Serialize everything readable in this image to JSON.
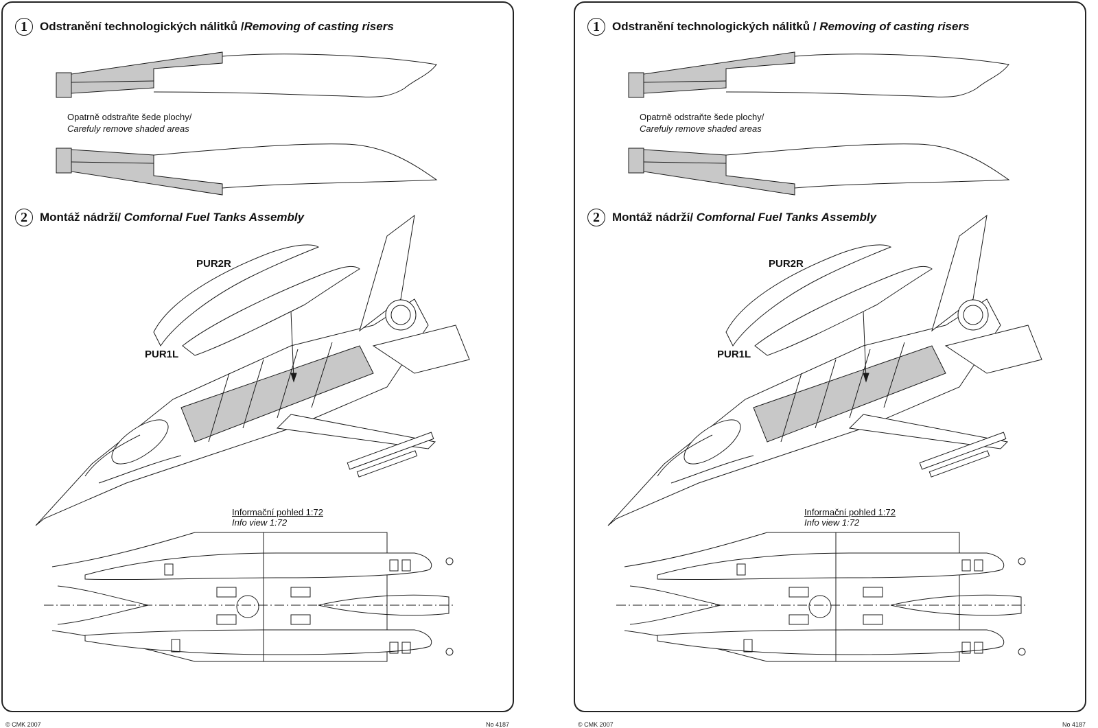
{
  "sheets": [
    {
      "step1": {
        "num": "1",
        "title_cz": "Odstranění technologických nálitků /",
        "title_en": "Removing of casting risers"
      },
      "note": {
        "cz": "Opatrně odstraňte šede plochy/",
        "en": "Carefuly remove shaded areas"
      },
      "step2": {
        "num": "2",
        "title_cz": "Montáž nádrží/",
        "title_en": "Comfornal Fuel Tanks Assembly"
      },
      "parts": {
        "upper": "PUR2R",
        "lower": "PUR1L"
      },
      "info": {
        "cz": "Informační pohled 1:72",
        "en": "Info view 1:72"
      }
    },
    {
      "step1": {
        "num": "1",
        "title_cz": "Odstranění technologických nálitků /",
        "title_en": "Removing of casting risers"
      },
      "note": {
        "cz": "Opatrně odstraňte šede plochy/",
        "en": "Carefuly remove shaded areas"
      },
      "step2": {
        "num": "2",
        "title_cz": "Montáž nádrží/",
        "title_en": "Comfornal Fuel Tanks Assembly"
      },
      "parts": {
        "upper": "PUR2R",
        "lower": "PUR1L"
      },
      "info": {
        "cz": "Informační pohled 1:72",
        "en": "Info view 1:72"
      }
    }
  ],
  "footer": [
    {
      "copyright": "© CMK 2007",
      "number": "No 4187"
    },
    {
      "copyright": "© CMK 2007",
      "number": "No 4187"
    }
  ],
  "colors": {
    "shade": "#c8c8c8",
    "line": "#1a1a1a"
  }
}
